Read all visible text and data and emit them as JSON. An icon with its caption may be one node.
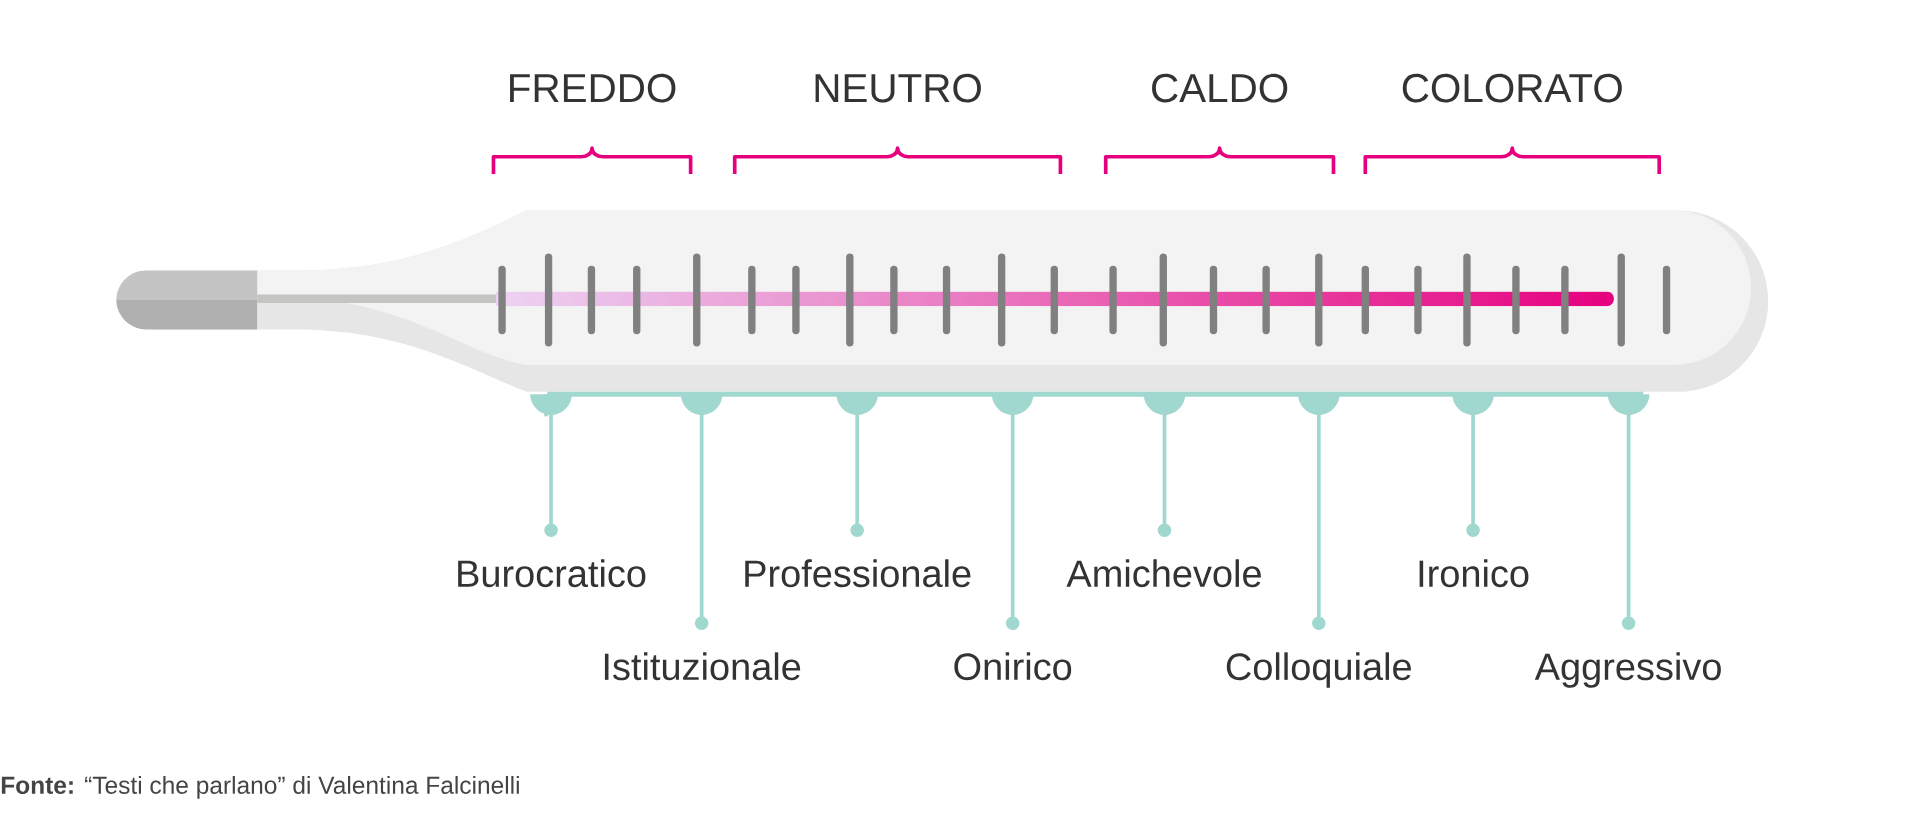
{
  "diagram": {
    "caption": "**Fonte:** “Testi che parlano” di Valentina Falcinelli",
    "nodes": [
      {
        "text": [
          "Burocratico"
        ]
      },
      {
        "text": [
          "Istituzionale"
        ]
      },
      {
        "text": [
          "Professionale"
        ]
      },
      {
        "text": [
          "Onirico"
        ]
      },
      {
        "text": [
          "Amichevole"
        ]
      },
      {
        "text": [
          "Colloquiale"
        ]
      },
      {
        "text": [
          "Ironico"
        ]
      },
      {
        "text": [
          "Aggressivo"
        ]
      }
    ],
    "edges": [
      {
        "from": 0,
        "to": null,
        "arrow": "other"
      },
      {
        "from": 1,
        "to": null,
        "arrow": "other"
      },
      {
        "from": 2,
        "to": null,
        "arrow": "other"
      },
      {
        "from": 3,
        "to": null,
        "arrow": "other"
      },
      {
        "from": 4,
        "to": null,
        "arrow": "other"
      },
      {
        "from": 5,
        "to": null,
        "arrow": "other"
      },
      {
        "from": 6,
        "to": null,
        "arrow": "other"
      },
      {
        "from": 7,
        "to": null,
        "arrow": "other"
      }
    ],
    "labels": [
      "FREDDO",
      "NEUTRO",
      "CALDO",
      "COLORATO"
    ]
  }
}
